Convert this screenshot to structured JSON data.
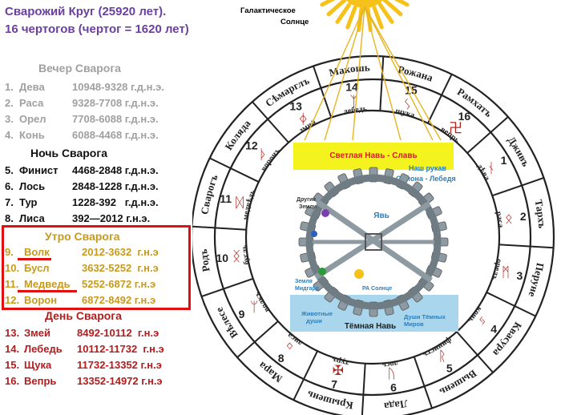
{
  "title_line1": "Сварожий Круг (25920 лет).",
  "title_line2": "16 чертогов (чертог = 1620 лет)",
  "periods": [
    {
      "name": "Вечер Сварога",
      "color": "#a0a0a0",
      "rows": [
        {
          "n": "1.",
          "name": "Дева",
          "years": "10948-9328 г.д.н.э."
        },
        {
          "n": "2.",
          "name": "Раса",
          "years": "9328-7708 г.д.н.э."
        },
        {
          "n": "3.",
          "name": "Орел",
          "years": "7708-6088 г.д.н.э."
        },
        {
          "n": "4.",
          "name": "Конь",
          "years": "6088-4468 г.д.н.э."
        }
      ]
    },
    {
      "name": "Ночь Сварога",
      "color": "#111111",
      "rows": [
        {
          "n": "5.",
          "name": "Финист",
          "years": "4468-2848 г.д.н.э."
        },
        {
          "n": "6.",
          "name": "Лось",
          "years": "2848-1228 г.д.н.э."
        },
        {
          "n": "7.",
          "name": "Тур",
          "years": "1228-392   г.д.н.э."
        },
        {
          "n": "8.",
          "name": "Лиса",
          "years": "392—2012 г.н.э."
        }
      ]
    },
    {
      "name": "Утро Сварога",
      "color": "#c99a1a",
      "rows": [
        {
          "n": "9.",
          "name": "Волк",
          "years": "2012-3632  г.н.э"
        },
        {
          "n": "10.",
          "name": "Бусл",
          "years": "3632-5252  г.н.э"
        },
        {
          "n": "11.",
          "name": "Медведь",
          "years": "5252-6872 г.н.э"
        },
        {
          "n": "12.",
          "name": "Ворон",
          "years": "6872-8492 г.н.э"
        }
      ]
    },
    {
      "name": "День Сварога",
      "color": "#b01e1e",
      "rows": [
        {
          "n": "13.",
          "name": "Змей",
          "years": "8492-10112  г.н.э"
        },
        {
          "n": "14.",
          "name": "Лебедь",
          "years": "10112-11732  г.н.э"
        },
        {
          "n": "15.",
          "name": "Щука",
          "years": "11732-13352 г.н.э"
        },
        {
          "n": "16.",
          "name": "Вепрь",
          "years": "13352-14972 г.н.э"
        }
      ]
    }
  ],
  "wheel": {
    "galactic_sun": "Галактическое Солнце",
    "outer_ring": [
      "Макошь",
      "Рожана",
      "Рамхатъ",
      "Дживъ",
      "Тархъ",
      "Перуне",
      "Квасура",
      "Вышень",
      "Лада",
      "Крышень",
      "Мара",
      "Вѣлесе",
      "Родъ",
      "Сварогъ",
      "Коляда",
      "Сѣмарглъ"
    ],
    "inner_ring": [
      {
        "num": "14",
        "name": "лебедь"
      },
      {
        "num": "15",
        "name": "щука"
      },
      {
        "num": "16",
        "name": "вепрь"
      },
      {
        "num": "1",
        "name": "дѣва"
      },
      {
        "num": "2",
        "name": "раса"
      },
      {
        "num": "3",
        "name": "орелъ"
      },
      {
        "num": "4",
        "name": "конь"
      },
      {
        "num": "5",
        "name": "финистъ"
      },
      {
        "num": "6",
        "name": "лось"
      },
      {
        "num": "7",
        "name": "туръ"
      },
      {
        "num": "8",
        "name": "лиса"
      },
      {
        "num": "9",
        "name": "волкъ"
      },
      {
        "num": "10",
        "name": "бусль"
      },
      {
        "num": "11",
        "name": "медвѣдь"
      },
      {
        "num": "12",
        "name": "воронъ"
      },
      {
        "num": "13",
        "name": "змий"
      }
    ],
    "light_band": "Светлая Навь - Славь",
    "our_arm": "Наш рукав Ориона - Лебедя",
    "yav": "Явь",
    "other_earths": "Другие Земли",
    "earth": "Земля Мидгард",
    "ra_sun": "РА Солнце",
    "dark_band": "Тёмная Навь",
    "animal_souls": "Животные души",
    "dark_souls": "Души Тёмных Миров",
    "colors": {
      "light_band": "#f4f31e",
      "dark_band": "#a9d6ec",
      "ring_line": "#222222",
      "sun": "#f6c21a"
    }
  }
}
